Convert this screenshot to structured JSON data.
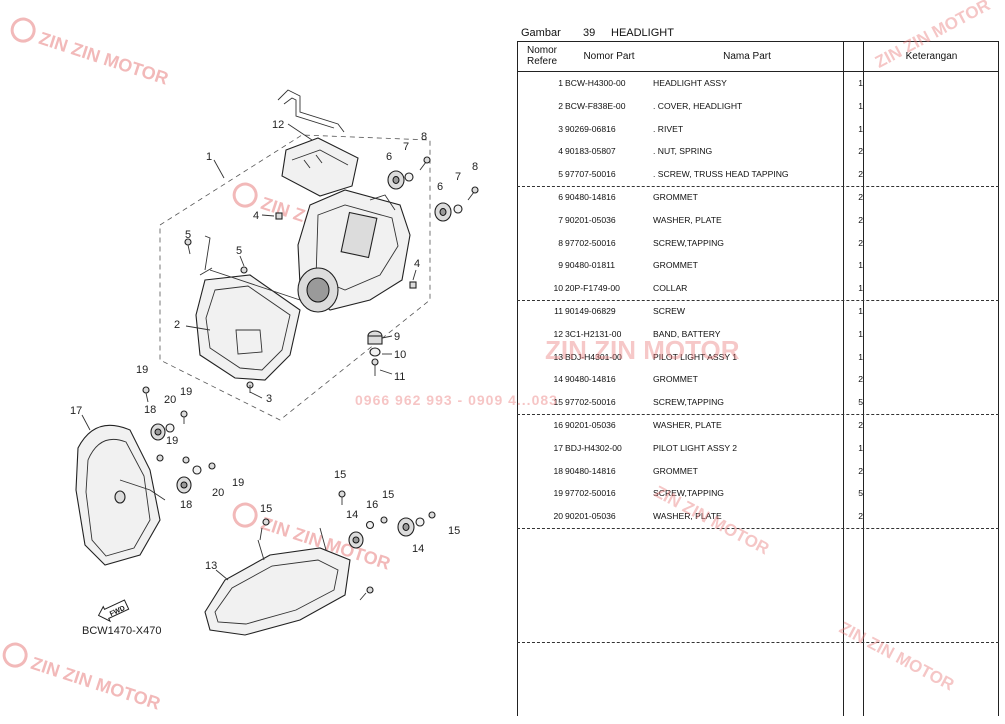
{
  "doc": {
    "header_label": "Gambar",
    "figure_no": "39",
    "figure_title": "HEADLIGHT",
    "columns": {
      "ref_line1": "Nomor",
      "ref_line2": "Refere",
      "part_no": "Nomor Part",
      "name": "Nama Part",
      "remarks": "Keterangan"
    },
    "rows": [
      {
        "ref": "1",
        "part": "BCW-H4300-00",
        "name": "HEADLIGHT ASSY",
        "qty": "1"
      },
      {
        "ref": "2",
        "part": "BCW-F838E-00",
        "name": ". COVER, HEADLIGHT",
        "qty": "1"
      },
      {
        "ref": "3",
        "part": "90269-06816",
        "name": ". RIVET",
        "qty": "1"
      },
      {
        "ref": "4",
        "part": "90183-05807",
        "name": ". NUT, SPRING",
        "qty": "2"
      },
      {
        "ref": "5",
        "part": "97707-50016",
        "name": ". SCREW, TRUSS HEAD TAPPING",
        "qty": "2"
      },
      {
        "ref": "6",
        "part": "90480-14816",
        "name": "GROMMET",
        "qty": "2"
      },
      {
        "ref": "7",
        "part": "90201-05036",
        "name": "WASHER, PLATE",
        "qty": "2"
      },
      {
        "ref": "8",
        "part": "97702-50016",
        "name": "SCREW,TAPPING",
        "qty": "2"
      },
      {
        "ref": "9",
        "part": "90480-01811",
        "name": "GROMMET",
        "qty": "1"
      },
      {
        "ref": "10",
        "part": "20P-F1749-00",
        "name": "COLLAR",
        "qty": "1"
      },
      {
        "ref": "11",
        "part": "90149-06829",
        "name": "SCREW",
        "qty": "1"
      },
      {
        "ref": "12",
        "part": "3C1-H2131-00",
        "name": "BAND, BATTERY",
        "qty": "1"
      },
      {
        "ref": "13",
        "part": "BDJ-H4301-00",
        "name": "PILOT LIGHT ASSY 1",
        "qty": "1"
      },
      {
        "ref": "14",
        "part": "90480-14816",
        "name": "GROMMET",
        "qty": "2"
      },
      {
        "ref": "15",
        "part": "97702-50016",
        "name": "SCREW,TAPPING",
        "qty": "5"
      },
      {
        "ref": "16",
        "part": "90201-05036",
        "name": "WASHER, PLATE",
        "qty": "2"
      },
      {
        "ref": "17",
        "part": "BDJ-H4302-00",
        "name": "PILOT LIGHT ASSY 2",
        "qty": "1"
      },
      {
        "ref": "18",
        "part": "90480-14816",
        "name": "GROMMET",
        "qty": "2"
      },
      {
        "ref": "19",
        "part": "97702-50016",
        "name": "SCREW,TAPPING",
        "qty": "5"
      },
      {
        "ref": "20",
        "part": "90201-05036",
        "name": "WASHER, PLATE",
        "qty": "2"
      }
    ]
  },
  "diagram": {
    "code": "BCW1470-X470",
    "fwd_label": "FWD",
    "callouts": [
      "1",
      "2",
      "3",
      "4",
      "4",
      "5",
      "5",
      "6",
      "6",
      "7",
      "7",
      "8",
      "8",
      "9",
      "10",
      "11",
      "12",
      "13",
      "14",
      "14",
      "15",
      "15",
      "15",
      "15",
      "16",
      "17",
      "18",
      "18",
      "19",
      "19",
      "19",
      "19",
      "20",
      "20"
    ]
  },
  "watermark": {
    "brand": "ZIN ZIN MOTOR",
    "phone": "0966 962 993 - 0909 4...083",
    "color": "#e87878"
  }
}
